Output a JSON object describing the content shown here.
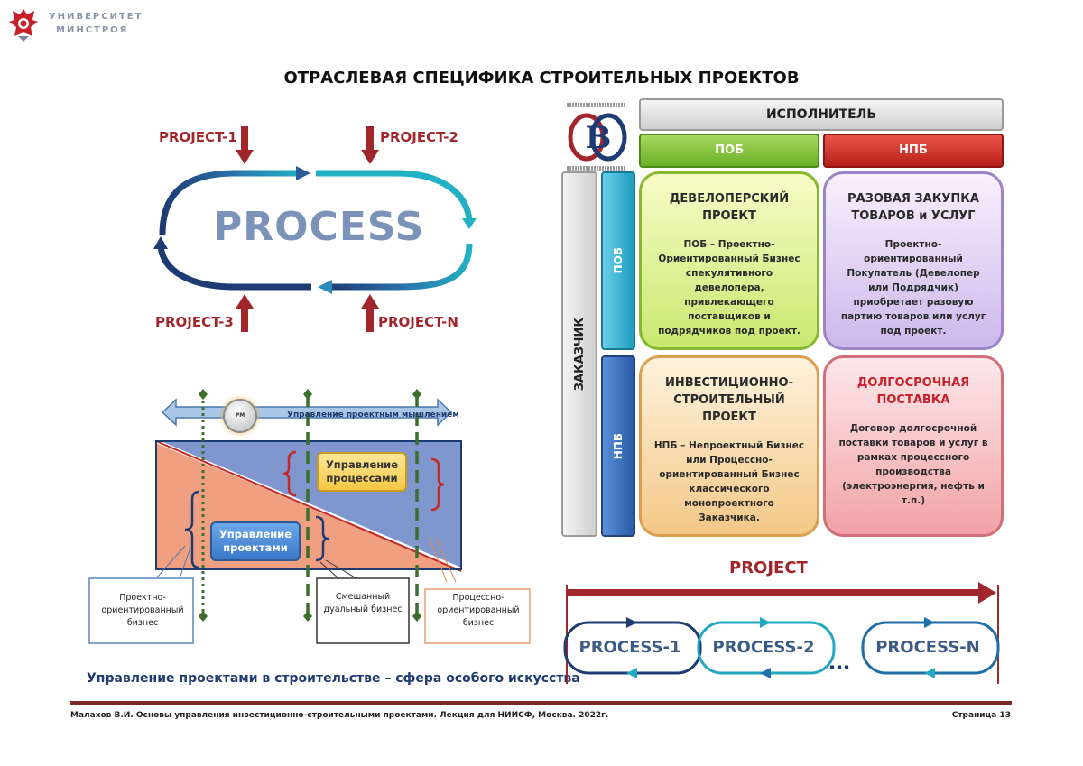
{
  "header": {
    "logo_line1": "УНИВЕРСИТЕТ",
    "logo_line2": "МИНСТРОЯ",
    "title": "ОТРАСЛЕВАЯ СПЕЦИФИКА СТРОИТЕЛЬНЫХ ПРОЕКТОВ"
  },
  "process_cycle": {
    "center": "PROCESS",
    "projects": [
      "PROJECT-1",
      "PROJECT-2",
      "PROJECT-3",
      "PROJECT-N"
    ]
  },
  "management_diagram": {
    "bar_label": "Управление проектным мышлением",
    "pm_badge": "PM",
    "process_mgmt": "Управление процессами",
    "project_mgmt": "Управление проектами",
    "box_project": "Проектно-ориентированный бизнес",
    "box_mixed": "Смешанный дуальный бизнес",
    "box_process": "Процессно-ориентированный бизнес"
  },
  "caption": "Управление проектами в строительстве – сфера особого искусства",
  "matrix": {
    "executor": "ИСПОЛНИТЕЛЬ",
    "col_pob": "ПОБ",
    "col_npb": "НПБ",
    "customer": "ЗАКАЗЧИК",
    "row_pob": "ПОБ",
    "row_npb": "НПБ",
    "cells": [
      {
        "title": "ДЕВЕЛОПЕРСКИЙ ПРОЕКТ",
        "text": "ПОБ – Проектно-Ориентированный Бизнес спекулятивного девелопера, привлекающего поставщиков и подрядчиков под проект."
      },
      {
        "title": "РАЗОВАЯ ЗАКУПКА ТОВАРОВ и УСЛУГ",
        "text": "Проектно-ориентированный Покупатель (Девелопер или Подрядчик) приобретает разовую партию товаров или услуг под проект."
      },
      {
        "title": "ИНВЕСТИЦИОННО-СТРОИТЕЛЬНЫЙ ПРОЕКТ",
        "text": "НПБ – Непроектный Бизнес или Процессно-ориентированный Бизнес классического монопроектного Заказчика."
      },
      {
        "title": "ДОЛГОСРОЧНАЯ ПОСТАВКА",
        "text": "Договор долгосрочной поставки товаров и услуг в рамках процессного производства (электроэнергия, нефть и т.п.)"
      }
    ]
  },
  "project_timeline": {
    "label": "PROJECT",
    "processes": [
      "PROCESS-1",
      "PROCESS-2",
      "PROCESS-N"
    ],
    "ellipsis": "…"
  },
  "footer": {
    "left": "Малахов В.И. Основы управления инвестиционно-строительными проектами. Лекция для НИИСФ, Москва. 2022г.",
    "right": "Страница 13"
  },
  "colors": {
    "dark_red": "#a1262c",
    "navy": "#1e3b73",
    "teal": "#20a8c0",
    "green": "#8cc63f",
    "red": "#d0322e"
  }
}
